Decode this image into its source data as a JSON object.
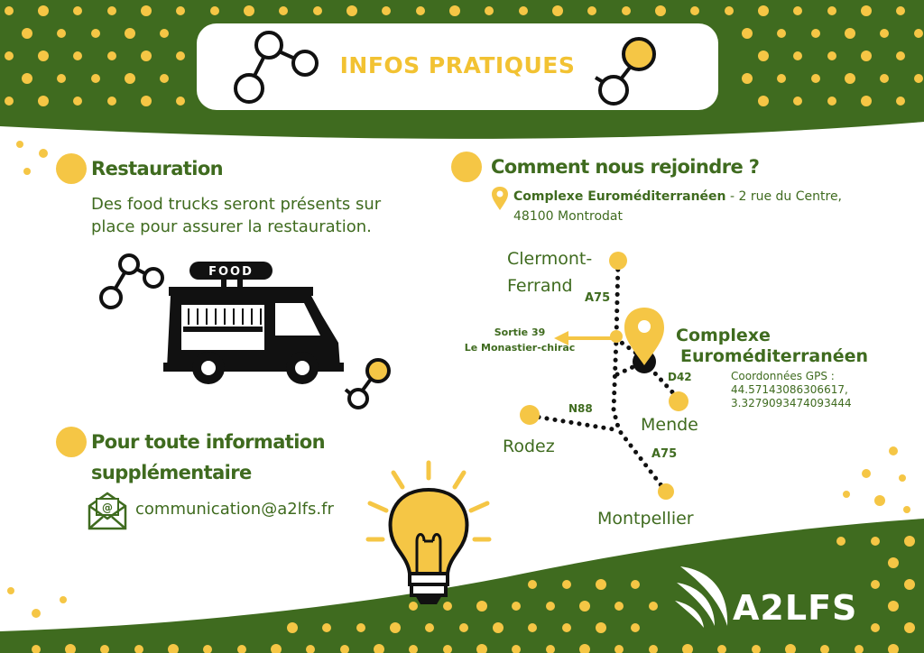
{
  "header": {
    "title": "INFOS PRATIQUES"
  },
  "restauration": {
    "heading": "Restauration",
    "text_line1": "Des food trucks seront présents sur",
    "text_line2": "place pour assurer la restauration.",
    "truck_sign": "FOOD"
  },
  "info": {
    "heading_line1": "Pour toute information",
    "heading_line2": "supplémentaire",
    "email": "communication@a2lfs.fr"
  },
  "access": {
    "heading": "Comment nous rejoindre ?",
    "venue_name": "Complexe Euroméditerranéen",
    "address_rest": " - 2 rue du Centre,",
    "address_line2": "48100 Montrodat"
  },
  "map": {
    "clermont_line1": "Clermont-",
    "clermont_line2": "Ferrand",
    "road_a75_top": "A75",
    "exit_line1": "Sortie 39",
    "exit_line2": "Le Monastier-chirac",
    "venue_line1": "Complexe",
    "venue_line2": "Euroméditerranéen",
    "road_d42": "D42",
    "gps_label": "Coordonnées GPS :",
    "gps_lat": "44.57143086306617,",
    "gps_lon": "3.3279093474093444",
    "road_n88": "N88",
    "mende": "Mende",
    "rodez": "Rodez",
    "road_a75_bottom": "A75",
    "montpellier": "Montpellier"
  },
  "brand": {
    "name": "A2LFS"
  },
  "colors": {
    "green": "#3f6b1f",
    "yellow": "#f5c645",
    "white": "#ffffff",
    "black": "#111111"
  }
}
